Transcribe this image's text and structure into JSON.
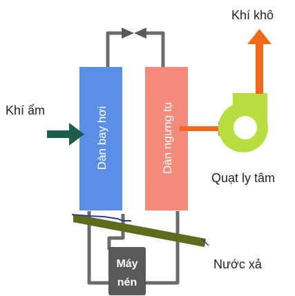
{
  "labels": {
    "evaporator": "Dàn bay hơi",
    "condenser": "Dàn ngưng tụ",
    "compressor_line1": "Máy",
    "compressor_line2": "nén",
    "humid_air": "Khí ẩm",
    "dry_air": "Khí khô",
    "fan": "Quạt ly tâm",
    "drain_water": "Nước xả"
  },
  "colors": {
    "evaporator": "#5b8ee6",
    "condenser": "#f48a7c",
    "compressor": "#595959",
    "pipe": "#6b6b6b",
    "humid_air_arrow": "#1e5c4c",
    "dry_air_arrow": "#ef6a1a",
    "fan": "#b9dc3e",
    "drain_tray": "#5c6b1c",
    "water": "#2b3c9e"
  }
}
